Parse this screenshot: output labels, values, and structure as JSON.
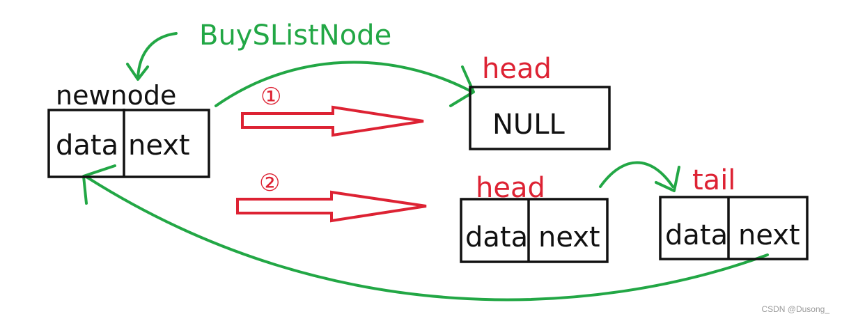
{
  "colors": {
    "green": "#22a745",
    "red": "#dd2233",
    "black": "#111111",
    "watermark": "#9a9a9a"
  },
  "labels": {
    "function_name": "BuySListNode",
    "newnode": "newnode",
    "step_one": "①",
    "step_two": "②",
    "head_top": "head",
    "head_bottom": "head",
    "tail": "tail"
  },
  "nodes": {
    "newnode": {
      "data": "data",
      "next": "next"
    },
    "head_null": {
      "value": "NULL"
    },
    "head_node": {
      "data": "data",
      "next": "next"
    },
    "tail_node": {
      "data": "data",
      "next": "next"
    }
  },
  "footer": {
    "watermark": "CSDN @Dusong_"
  }
}
